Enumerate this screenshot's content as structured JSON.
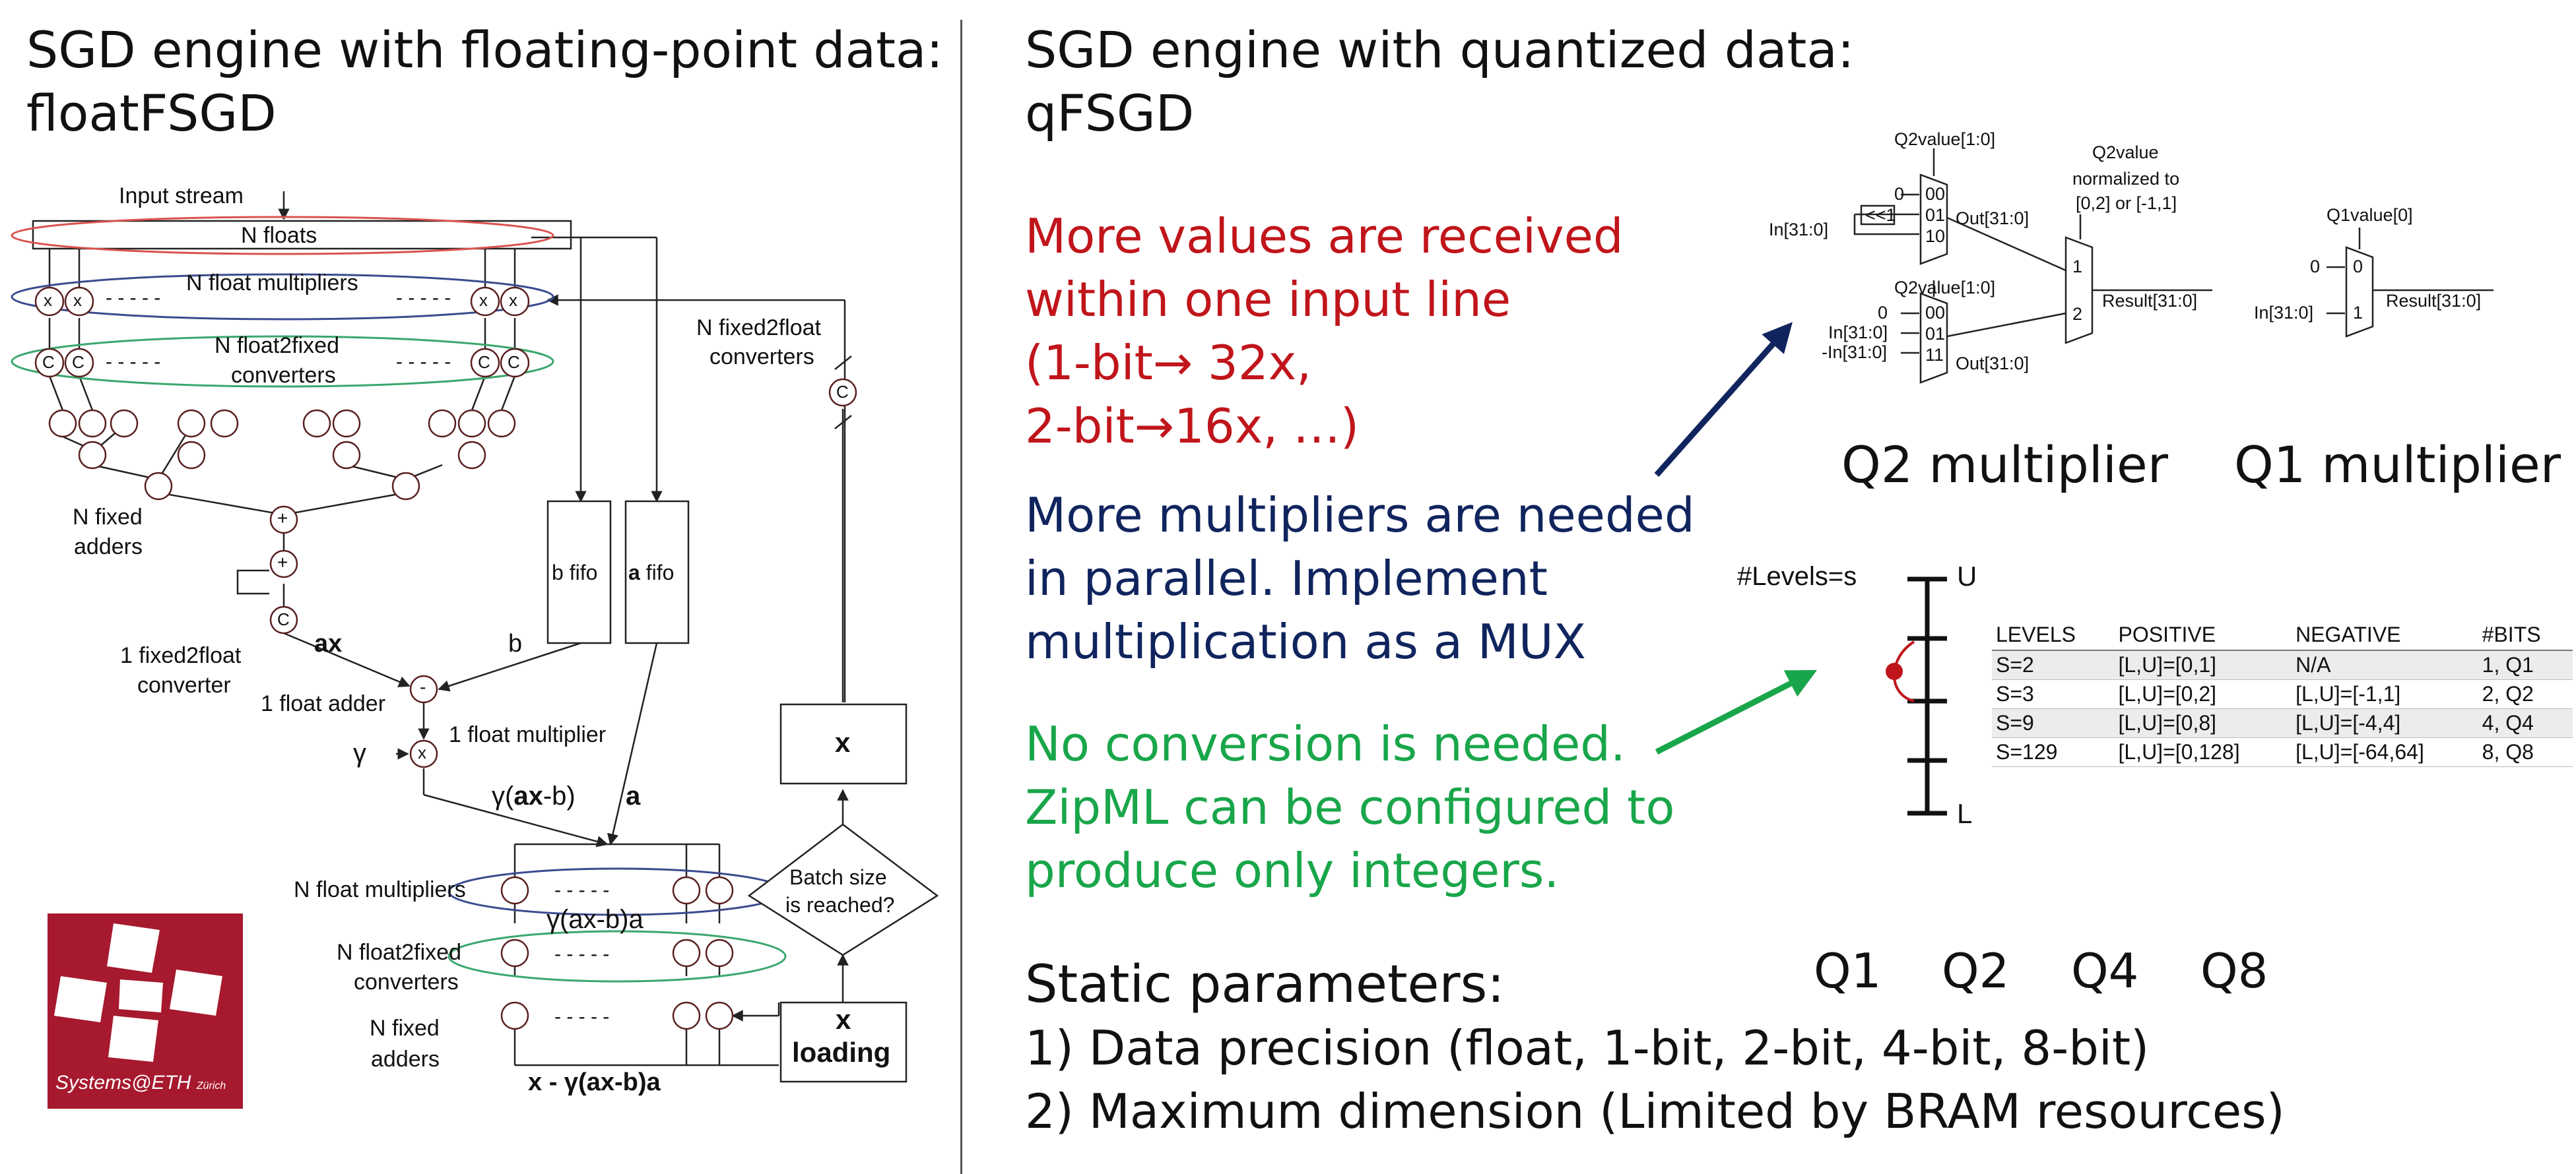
{
  "left": {
    "title_line1": "SGD engine with floating-point data:",
    "title_line2": "floatFSGD",
    "diagram": {
      "input_stream": "Input stream",
      "n_floats": "N floats",
      "n_float_multipliers_top": "N float multipliers",
      "n_float2fixed_line1": "N float2fixed",
      "n_float2fixed_line2": "converters",
      "n_fixed_adders_line1": "N fixed",
      "n_fixed_adders_line2": "adders",
      "fixed2float_line1": "1 fixed2float",
      "fixed2float_line2": "converter",
      "one_float_adder": "1 float adder",
      "one_float_multiplier": "1 float multiplier",
      "b_fifo": "b fifo",
      "a_fifo_bold": "a",
      "a_fifo_rest": " fifo",
      "ax": "ax",
      "b": "b",
      "gamma": "γ",
      "gamma_expr_pre": "γ(",
      "gamma_expr_bold": "ax",
      "gamma_expr_post": "-b)",
      "a_label": "a",
      "n_fixed2float_line1": "N fixed2float",
      "n_fixed2float_line2": "converters",
      "x_box": "x",
      "batch_line1": "Batch size",
      "batch_line2": "is reached?",
      "x_loading_x": "x",
      "x_loading_label": "loading",
      "n_float_multipliers_bottom": "N float multipliers",
      "gamma_axb_a": "γ(ax-b)a",
      "n_float2fixed_bottom_line1": "N float2fixed",
      "n_float2fixed_bottom_line2": "converters",
      "n_fixed_bottom_line1": "N fixed",
      "n_fixed_bottom_line2": "adders",
      "final_expr": "x - γ(ax-b)a",
      "dashes": "- - - - -",
      "mult_symbol": "x",
      "conv_symbol": "C",
      "add_symbol": "+",
      "sub_symbol": "-"
    },
    "logo_text": "Systems@ETH",
    "logo_sub": "Zürich"
  },
  "right": {
    "title_line1": "SGD engine with quantized data:",
    "title_line2": "qFSGD",
    "red_lines": [
      "More values are received",
      "within one input line",
      "(1-bit→ 32x,",
      "2-bit→16x, …)"
    ],
    "blue_lines": [
      "More multipliers are needed",
      "in parallel. Implement",
      "multiplication as a MUX"
    ],
    "green_lines": [
      "No conversion is needed.",
      "ZipML can be configured to",
      "produce only integers."
    ],
    "static_title": "Static parameters:",
    "static_items": [
      "1) Data precision (float, 1-bit, 2-bit, 4-bit, 8-bit)",
      "2) Maximum dimension (Limited by BRAM resources)"
    ],
    "q2_multiplier_label": "Q2 multiplier",
    "q1_multiplier_label": "Q1 multiplier",
    "q_labels": [
      "Q1",
      "Q2",
      "Q4",
      "Q8"
    ],
    "mux": {
      "q2value": "Q2value[1:0]",
      "q2value_norm_line1": "Q2value",
      "q2value_norm_line2": "normalized to",
      "q2value_norm_line3": "[0,2] or [-1,1]",
      "in": "In[31:0]",
      "neg_in": "-In[31:0]",
      "shift": "<<1",
      "out": "Out[31:0]",
      "result": "Result[31:0]",
      "q1value": "Q1value[0]",
      "zero": "0",
      "one": "1",
      "two": "2",
      "sel00": "00",
      "sel01": "01",
      "sel10": "10",
      "sel11": "11",
      "sel0": "0",
      "sel1": "1"
    },
    "levels": {
      "levels_eq": "#Levels=s",
      "u": "U",
      "l": "L",
      "headers": [
        "LEVELS",
        "POSITIVE",
        "NEGATIVE",
        "#BITS"
      ],
      "rows": [
        [
          "S=2",
          "[L,U]=[0,1]",
          "N/A",
          "1, Q1"
        ],
        [
          "S=3",
          "[L,U]=[0,2]",
          "[L,U]=[-1,1]",
          "2, Q2"
        ],
        [
          "S=9",
          "[L,U]=[0,8]",
          "[L,U]=[-4,4]",
          "4, Q4"
        ],
        [
          "S=129",
          "[L,U]=[0,128]",
          "[L,U]=[-64,64]",
          "8, Q8"
        ]
      ]
    }
  },
  "colors": {
    "red": "#c0151b",
    "blue": "#10245e",
    "green": "#19a64a",
    "eth_red": "#a6192e",
    "ellipse_red": "#d9534f",
    "ellipse_blue": "#3b4b8f",
    "ellipse_green": "#3aa76d"
  }
}
